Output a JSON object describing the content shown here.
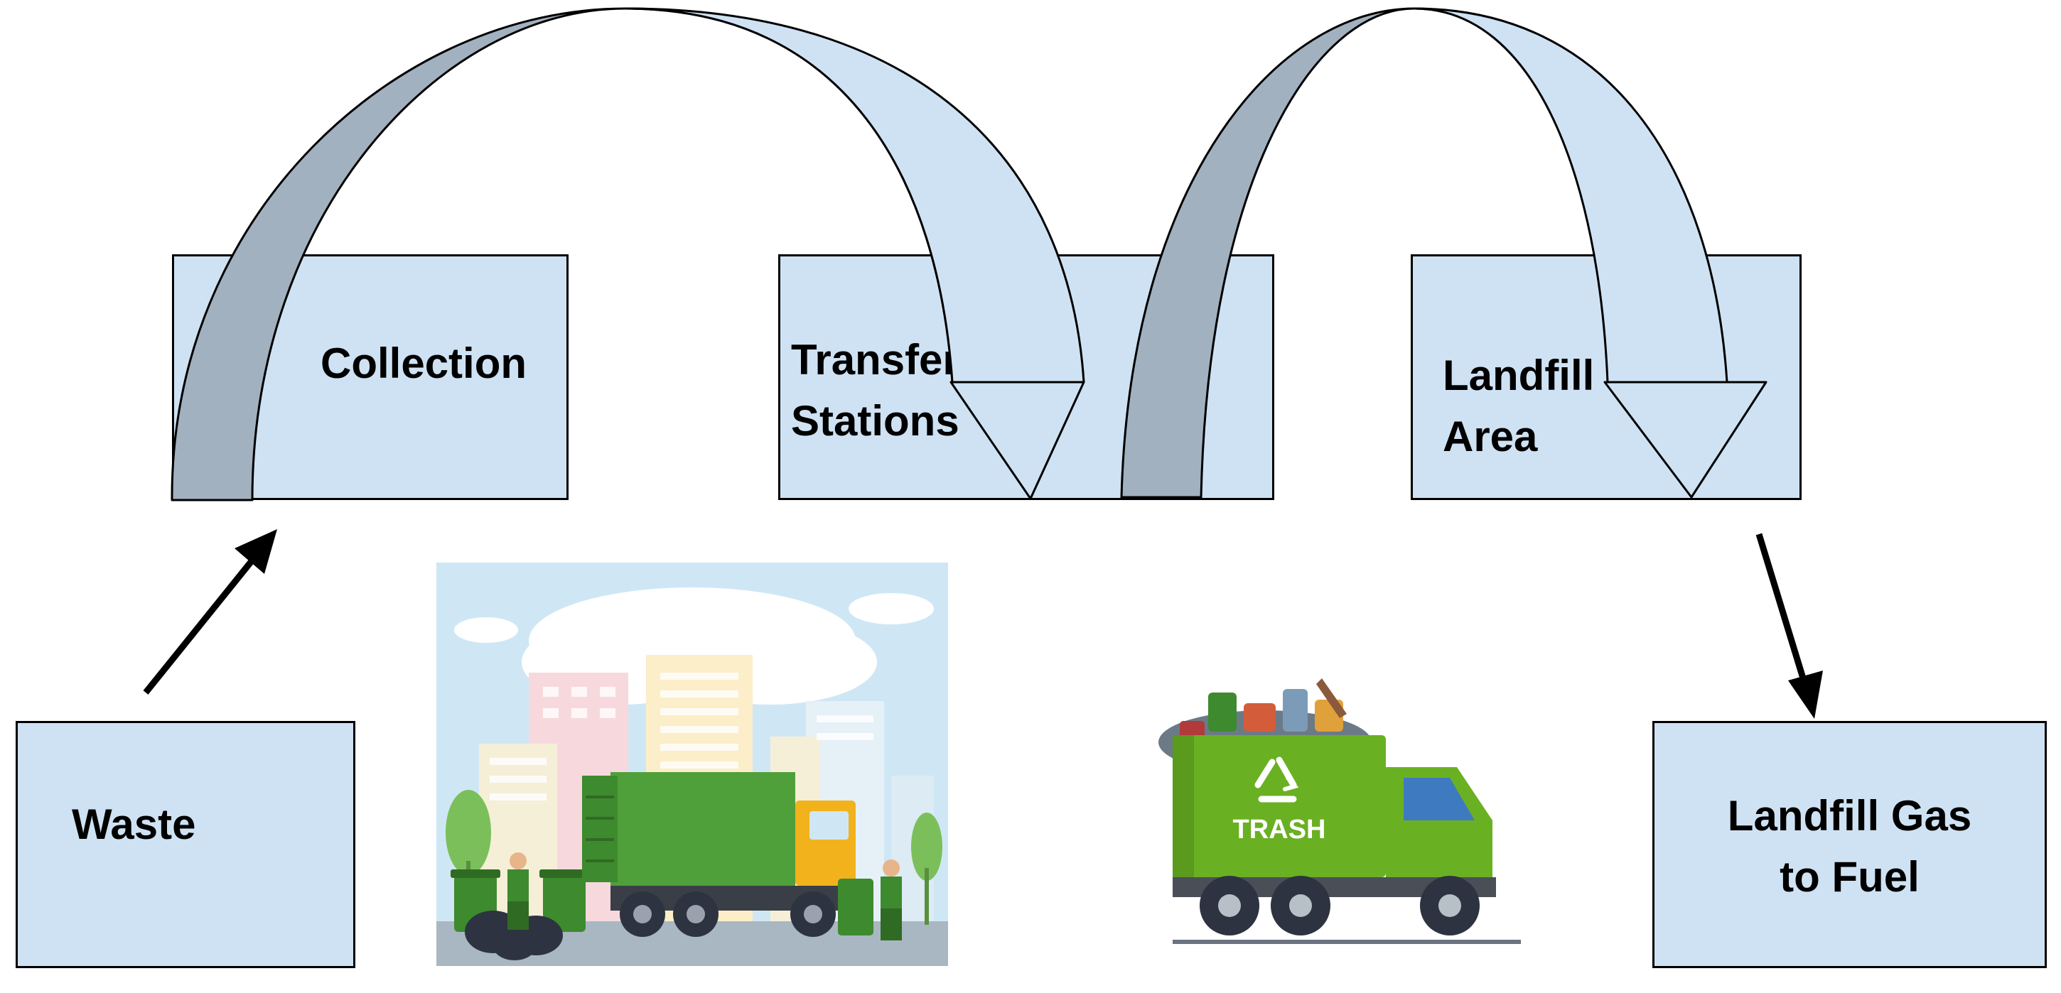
{
  "diagram": {
    "nodes": {
      "waste": "Waste",
      "collection": "Collection",
      "transfer": "Transfer\nStations",
      "landfill_area": "Landfill\nArea",
      "gas_to_fuel": "Landfill Gas\nto Fuel"
    },
    "truck_sign": "TRASH",
    "colors": {
      "box_fill": "#cfe2f3",
      "arc_light": "#cfe2f3",
      "arc_dark": "#a2b1c0",
      "truck_green": "#6ab023",
      "truck_dark_green": "#3e8a2e",
      "cab_yellow": "#f2b21c",
      "sky": "#cfe7f5"
    },
    "edges": [
      {
        "from": "waste",
        "to": "collection",
        "style": "arrow"
      },
      {
        "from": "collection",
        "to": "transfer",
        "style": "curved-arrow"
      },
      {
        "from": "transfer",
        "to": "landfill_area",
        "style": "curved-arrow"
      },
      {
        "from": "landfill_area",
        "to": "gas_to_fuel",
        "style": "arrow"
      }
    ],
    "illustrations": [
      "city-garbage-collection-illustration",
      "trash-truck-illustration"
    ]
  }
}
